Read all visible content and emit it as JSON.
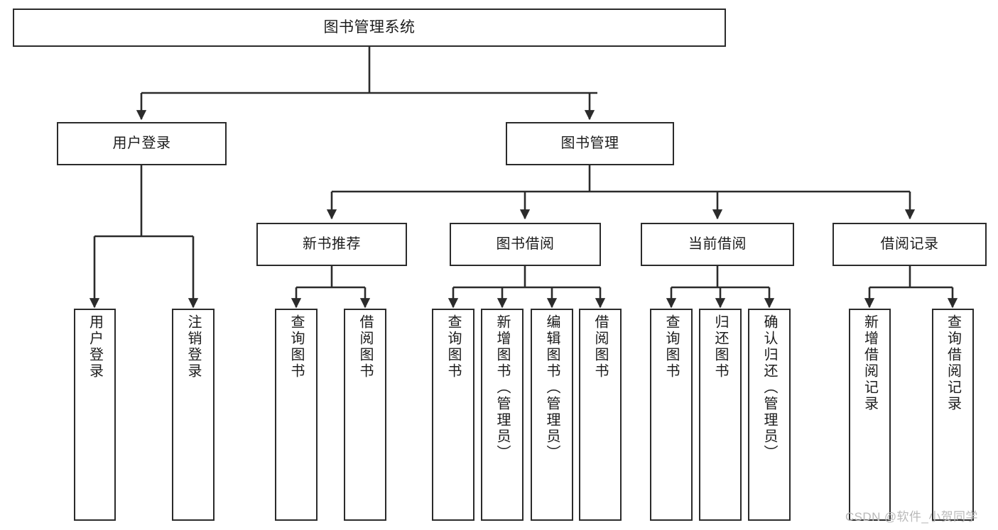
{
  "diagram": {
    "title": "图书管理系统",
    "type": "hierarchy-tree",
    "watermark": "CSDN @软件_小贺同学",
    "colors": {
      "box_border": "#2b2b2b",
      "box_fill": "#ffffff",
      "connector": "#2b2b2b",
      "background": "#ffffff",
      "watermark": "#b9b9b9"
    },
    "root": {
      "label": "图书管理系统"
    },
    "level1": [
      {
        "label": "用户登录"
      },
      {
        "label": "图书管理"
      }
    ],
    "level2": [
      {
        "label": "新书推荐"
      },
      {
        "label": "图书借阅"
      },
      {
        "label": "当前借阅"
      },
      {
        "label": "借阅记录"
      }
    ],
    "leaves": {
      "user_login": [
        {
          "label": "用户登录"
        },
        {
          "label": "注销登录"
        }
      ],
      "new_book_recommend": [
        {
          "label": "查询图书"
        },
        {
          "label": "借阅图书"
        }
      ],
      "book_borrow": [
        {
          "label": "查询图书"
        },
        {
          "label": "新增图书（管理员）"
        },
        {
          "label": "编辑图书（管理员）"
        },
        {
          "label": "借阅图书"
        }
      ],
      "current_borrow": [
        {
          "label": "查询图书"
        },
        {
          "label": "归还图书"
        },
        {
          "label": "确认归还（管理员）"
        }
      ],
      "borrow_record": [
        {
          "label": "新增借阅记录"
        },
        {
          "label": "查询借阅记录"
        }
      ]
    }
  }
}
